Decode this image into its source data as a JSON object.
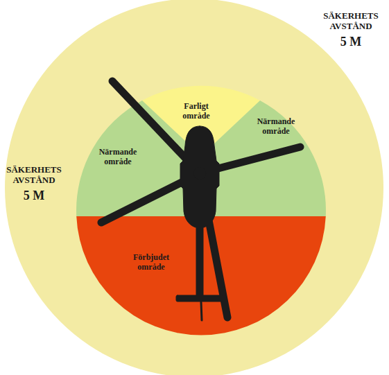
{
  "diagram": {
    "nodes": [
      {
        "text": [
          "SÄKERHETS AVSTÅND",
          "5 M",
          "SÄKERHETS AVSTÅND",
          "5 M"
        ]
      },
      {
        "text": [
          "Farligt område"
        ],
        "in": 0
      },
      {
        "text": [
          "Närmande område"
        ],
        "in": 0
      },
      {
        "text": [
          "Närmande område"
        ],
        "in": 0
      },
      {
        "text": [
          "Förbjudet område"
        ],
        "in": 0
      }
    ]
  }
}
